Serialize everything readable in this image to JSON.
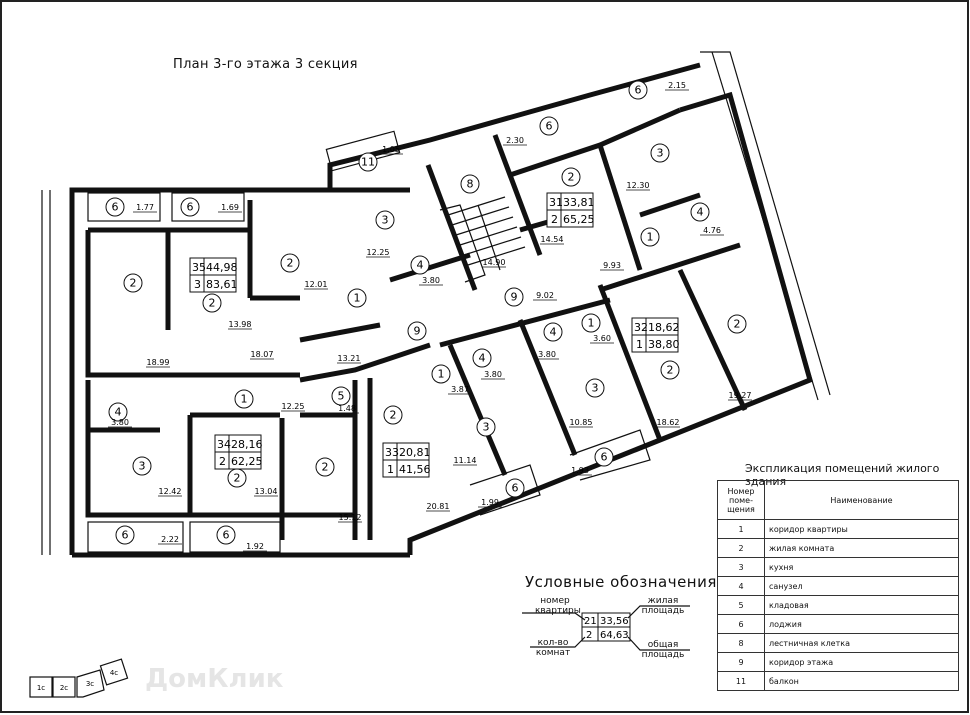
{
  "title": "План 3-го этажа 3 секция",
  "room_markers": [
    "6",
    "6",
    "2",
    "2",
    "2",
    "3",
    "4",
    "1",
    "11",
    "8",
    "2",
    "6",
    "6",
    "3",
    "4",
    "1",
    "9",
    "9",
    "1",
    "4",
    "4",
    "1",
    "3",
    "3",
    "2",
    "2",
    "6",
    "6",
    "2",
    "1",
    "5",
    "4",
    "3",
    "2",
    "2",
    "6",
    "6"
  ],
  "room_areas": [
    "1.77",
    "1.69",
    "12.01",
    "13.98",
    "18.99",
    "18.07",
    "13.21",
    "12.25",
    "1.05",
    "14.90",
    "2.30",
    "2.15",
    "12.30",
    "14.54",
    "4.76",
    "9.93",
    "9.02",
    "3.80",
    "3.80",
    "3.80",
    "3.87",
    "3.60",
    "10.85",
    "18.62",
    "19.27",
    "11.14",
    "1.99",
    "1.93",
    "20.81",
    "3.80",
    "12.42",
    "13.04",
    "12.25",
    "1.48",
    "15.12",
    "2.22",
    "1.92"
  ],
  "apartments": [
    {
      "number": "35",
      "rooms": "3",
      "living_area": "44,98",
      "total_area": "83,61"
    },
    {
      "number": "34",
      "rooms": "2",
      "living_area": "28,16",
      "total_area": "62,25"
    },
    {
      "number": "31",
      "rooms": "2",
      "living_area": "33,81",
      "total_area": "65,25"
    },
    {
      "number": "33",
      "rooms": "1",
      "living_area": "20,81",
      "total_area": "41,56"
    },
    {
      "number": "32",
      "rooms": "1",
      "living_area": "18,62",
      "total_area": "38,80"
    }
  ],
  "explication": {
    "title": "Экспликация помещений жилого здания",
    "col_number": "Номер поме- щения",
    "col_name": "Наименование",
    "rows": [
      {
        "n": "1",
        "name": "коридор квартиры"
      },
      {
        "n": "2",
        "name": "жилая комната"
      },
      {
        "n": "3",
        "name": "кухня"
      },
      {
        "n": "4",
        "name": "санузел"
      },
      {
        "n": "5",
        "name": "кладовая"
      },
      {
        "n": "6",
        "name": "лоджия"
      },
      {
        "n": "8",
        "name": "лестничная клетка"
      },
      {
        "n": "9",
        "name": "коридор этажа"
      },
      {
        "n": "11",
        "name": "балкон"
      }
    ]
  },
  "legend": {
    "title": "Условные обозначения",
    "apt_number": "номер квартиры",
    "rooms_count": "кол-во комнат",
    "living_area": "жилая площадь",
    "total_area": "общая площадь",
    "sample": {
      "number": "21",
      "rooms": "2",
      "living_area": "33,56",
      "total_area": "64,63"
    }
  },
  "key_plan_sections": [
    "1с",
    "2с",
    "3с",
    "4с"
  ],
  "watermark": "ДомКлик"
}
